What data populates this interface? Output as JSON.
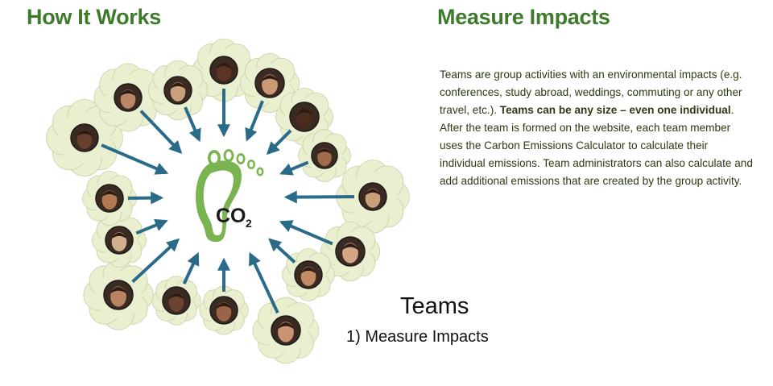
{
  "left_heading": "How It Works",
  "right_heading": "Measure Impacts",
  "description": {
    "part1": "Teams are group activities with an environmental impacts (e.g. conferences, study abroad, weddings, commuting or any other travel, etc.). ",
    "bold": "Teams can be any size – even one individual",
    "part2": ". After the team is formed on the website, each team member uses the Carbon Emissions Calculator to calculate their individual emissions. Team administrators can also calculate and add additional emissions that are created by the group activity."
  },
  "center_label": "CO",
  "center_label_sub": "2",
  "teams_title": "Teams",
  "teams_step": "1) Measure Impacts",
  "colors": {
    "heading_green": "#3e7a2b",
    "cloud_fill": "#e9efcf",
    "arrow_blue": "#2a6b8a",
    "footprint_green": "#7ab450",
    "text_dark": "#2d3a14"
  },
  "icons": [
    "person-avatar",
    "arrow",
    "footprint-icon",
    "cloud"
  ]
}
